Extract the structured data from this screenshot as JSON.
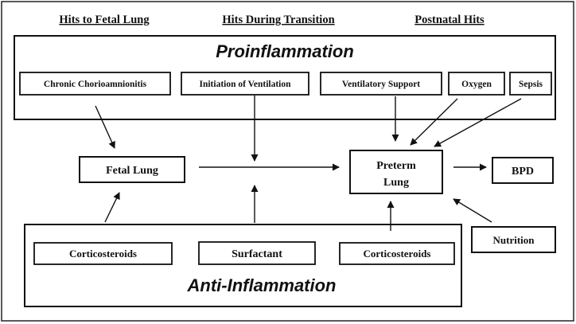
{
  "headers": {
    "fetal": "Hits to Fetal Lung",
    "transition": "Hits During Transition",
    "postnatal": "Postnatal Hits"
  },
  "proinflammation": {
    "title": "Proinflammation",
    "items": {
      "chorio": "Chronic Chorioamnionitis",
      "ventilation": "Initiation of Ventilation",
      "support": "Ventilatory Support",
      "oxygen": "Oxygen",
      "sepsis": "Sepsis"
    }
  },
  "anti_inflammation": {
    "title": "Anti-Inflammation",
    "items": {
      "cortico1": "Corticosteroids",
      "surfactant": "Surfactant",
      "cortico2": "Corticosteroids"
    }
  },
  "nodes": {
    "fetal_lung": "Fetal Lung",
    "preterm_line1": "Preterm",
    "preterm_line2": "Lung",
    "bpd": "BPD",
    "nutrition": "Nutrition"
  }
}
